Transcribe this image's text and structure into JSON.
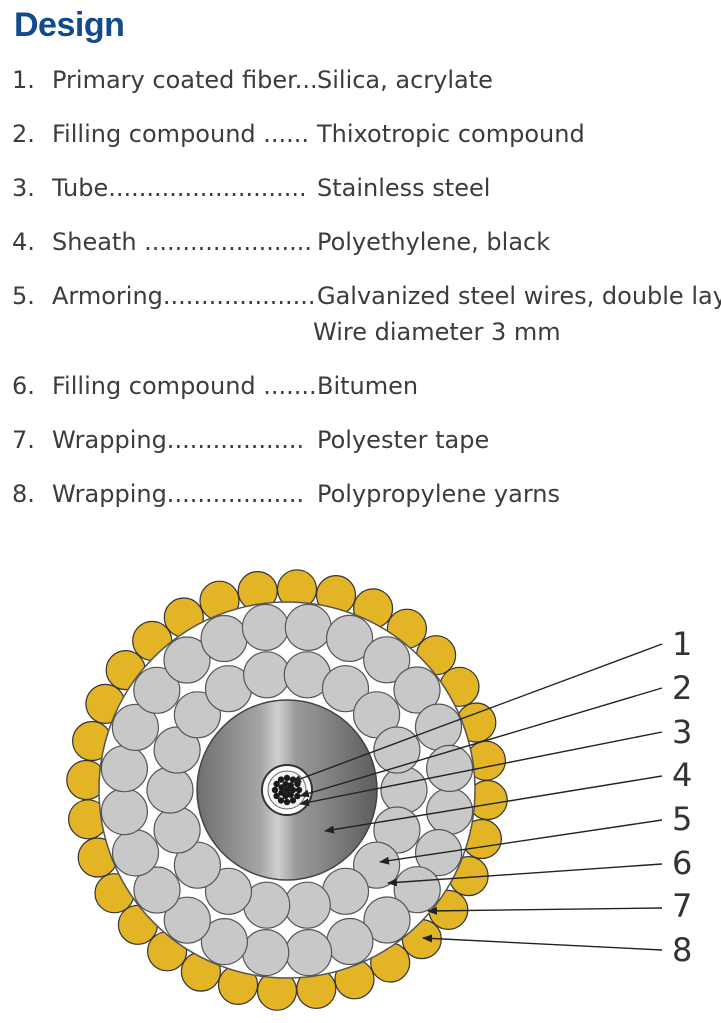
{
  "title": "Design",
  "items": [
    {
      "num": "1.",
      "lead": "Primary coated fiber...",
      "value": "Silica, acrylate"
    },
    {
      "num": "2.",
      "lead": "Filling compound ......",
      "value": "Thixotropic compound"
    },
    {
      "num": "3.",
      "lead": "Tube..........................",
      "value": "Stainless steel"
    },
    {
      "num": "4.",
      "lead": "Sheath ......................",
      "value": "Polyethylene, black"
    },
    {
      "num": "5.",
      "lead": "Armoring....................",
      "value": "Galvanized steel wires, double laye",
      "value2": "Wire diameter 3 mm"
    },
    {
      "num": "6.",
      "lead": "Filling compound .......",
      "value": "Bitumen"
    },
    {
      "num": "7.",
      "lead": "Wrapping..................",
      "value": "Polyester tape"
    },
    {
      "num": "8.",
      "lead": "Wrapping..................",
      "value": "Polypropylene yarns"
    }
  ],
  "callouts": [
    "1",
    "2",
    "3",
    "4",
    "5",
    "6",
    "7",
    "8"
  ],
  "colors": {
    "title": "#114b8d",
    "text": "#3c3c3c",
    "yarn": "#e3b425",
    "wire": "#c8c8c8",
    "sheath": "#8c8c8c",
    "line": "#222222"
  }
}
